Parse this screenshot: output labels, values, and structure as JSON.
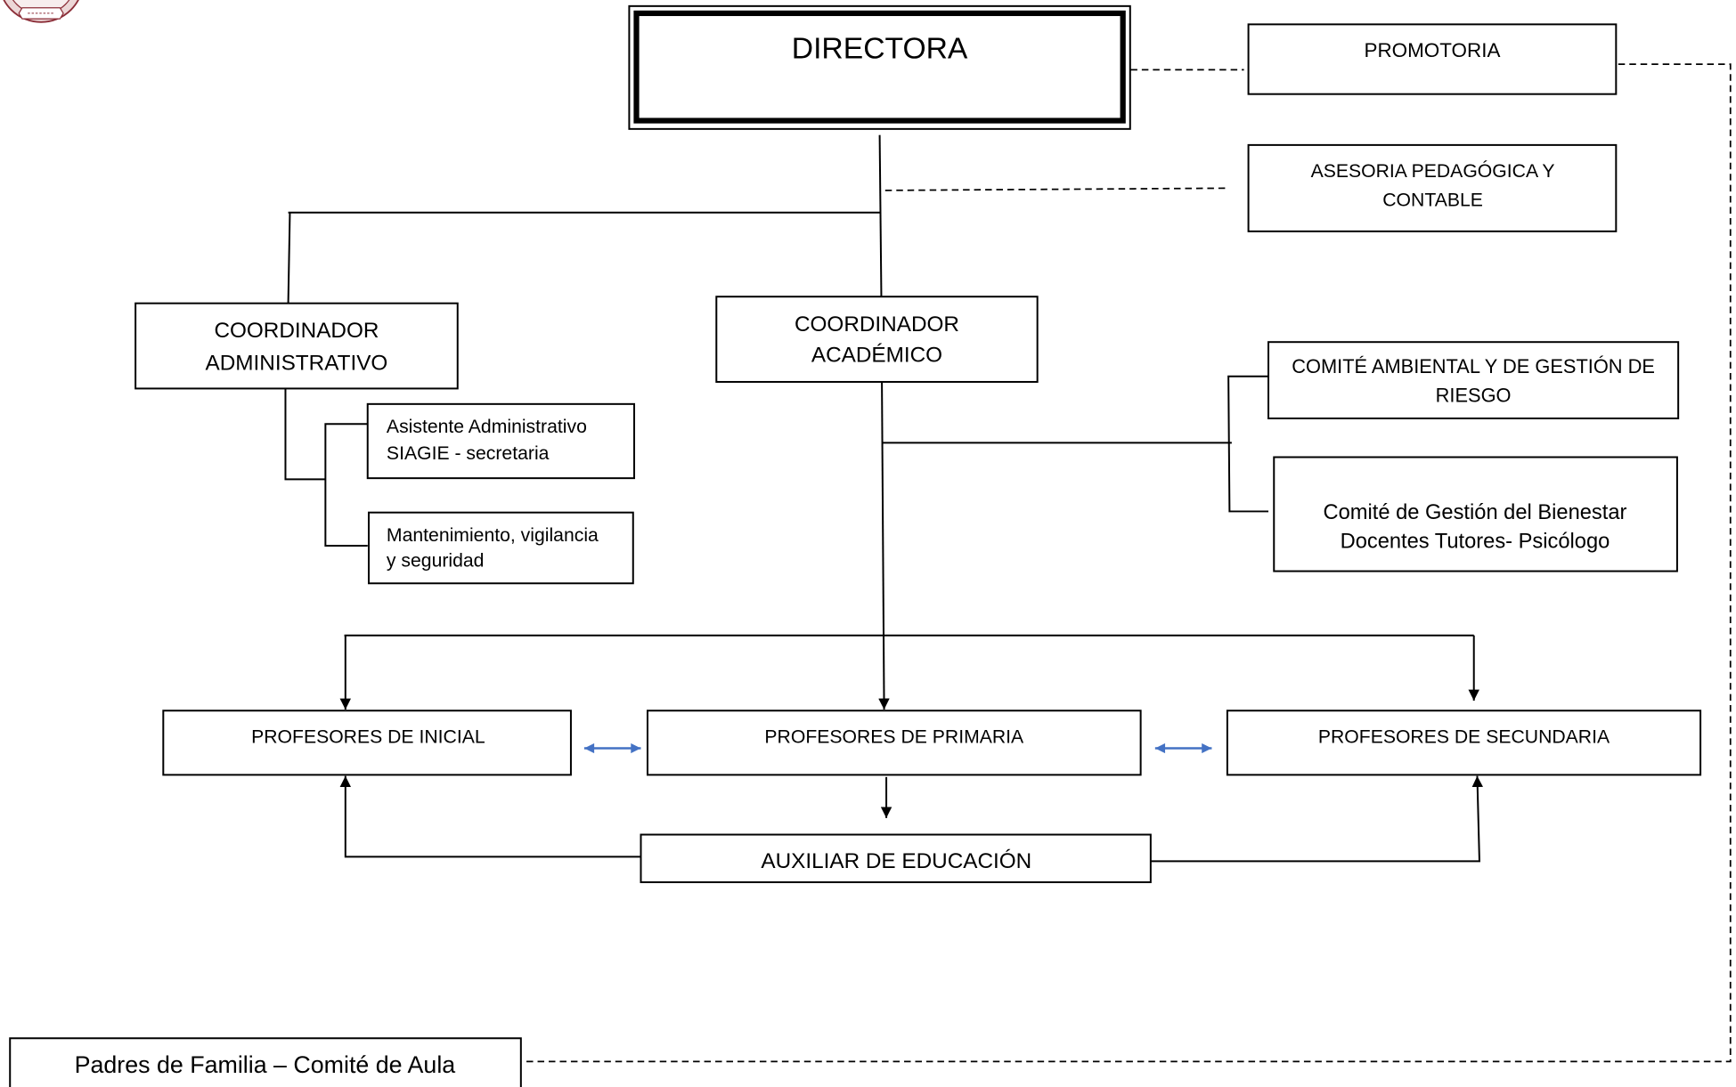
{
  "diagram": {
    "logo": {
      "icon": "school-crest-icon"
    },
    "directora": {
      "label": "DIRECTORA"
    },
    "promotoria": {
      "label": "PROMOTORIA"
    },
    "asesoria": {
      "lines": [
        "ASESORIA PEDAGÓGICA Y",
        "CONTABLE"
      ]
    },
    "coordinador_administrativo": {
      "lines": [
        "COORDINADOR",
        "ADMINISTRATIVO"
      ]
    },
    "coordinador_academico": {
      "lines": [
        "COORDINADOR",
        "ACADÉMICO"
      ]
    },
    "asistente_administrativo": {
      "lines": [
        "Asistente Administrativo",
        "SIAGIE - secretaria"
      ]
    },
    "mantenimiento": {
      "lines": [
        "Mantenimiento, vigilancia",
        "y seguridad"
      ]
    },
    "comite_ambiental": {
      "lines": [
        "COMITÉ AMBIENTAL Y DE GESTIÓN DE",
        "RIESGO"
      ]
    },
    "comite_bienestar": {
      "lines": [
        "Comité de Gestión del Bienestar",
        "Docentes Tutores- Psicólogo"
      ]
    },
    "profesores_inicial": {
      "label": "PROFESORES DE INICIAL"
    },
    "profesores_primaria": {
      "label": "PROFESORES DE PRIMARIA"
    },
    "profesores_secundaria": {
      "label": "PROFESORES DE SECUNDARIA"
    },
    "auxiliar_educacion": {
      "label": "AUXILIAR DE EDUCACIÓN"
    },
    "padres_familia": {
      "label": "Padres de Familia – Comité de Aula"
    }
  },
  "colors": {
    "background": "#ffffff",
    "line": "#000000",
    "peer_arrow": "#4472c4",
    "logo": "#8c2f39"
  }
}
